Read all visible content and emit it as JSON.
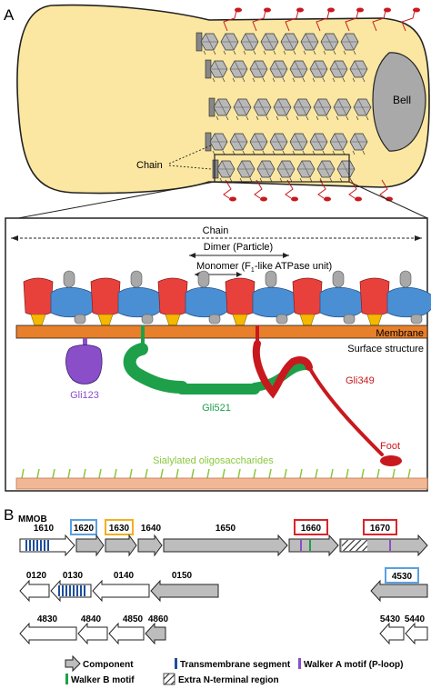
{
  "panels": {
    "a": "A",
    "b": "B"
  },
  "top": {
    "bell": "Bell",
    "chain": "Chain"
  },
  "detail": {
    "chain": "Chain",
    "dimer": "Dimer (Particle)",
    "monomer_pre": "Monomer (F",
    "monomer_sub": "1",
    "monomer_post": "-like ATPase unit)",
    "membrane": "Membrane",
    "surface": "Surface structure",
    "gli123": "Gli123",
    "gli521": "Gli521",
    "gli349": "Gli349",
    "foot": "Foot",
    "sialylated": "Sialylated oligosaccharides"
  },
  "genes": {
    "organism": "MMOB",
    "row1": [
      "1610",
      "1620",
      "1630",
      "1640",
      "1650",
      "1660",
      "1670"
    ],
    "row2": [
      "0120",
      "0130",
      "0140",
      "0150",
      "4530"
    ],
    "row3": [
      "4830",
      "4840",
      "4850",
      "4860",
      "5430",
      "5440"
    ]
  },
  "legend": {
    "component": "Component",
    "tm": "Transmembrane segment",
    "walker_a": "Walker A motif (P-loop)",
    "walker_b": "Walker B motif",
    "extra": "Extra N-terminal region"
  },
  "colors": {
    "cell": "#fbe7a1",
    "particle": "#b8b8b8",
    "red_subunit": "#e8413c",
    "blue_subunit": "#4a8fd4",
    "yellow_subunit": "#f5b800",
    "membrane": "#e87f2a",
    "gli123": "#8a4fc8",
    "gli521": "#1ea04a",
    "gli349": "#c8191e",
    "sialyl": "#88c83c",
    "gene_gray": "#bdbdbd",
    "box_blue": "#5aa0e0",
    "box_yellow": "#f2b01e",
    "box_red": "#d9242b"
  }
}
